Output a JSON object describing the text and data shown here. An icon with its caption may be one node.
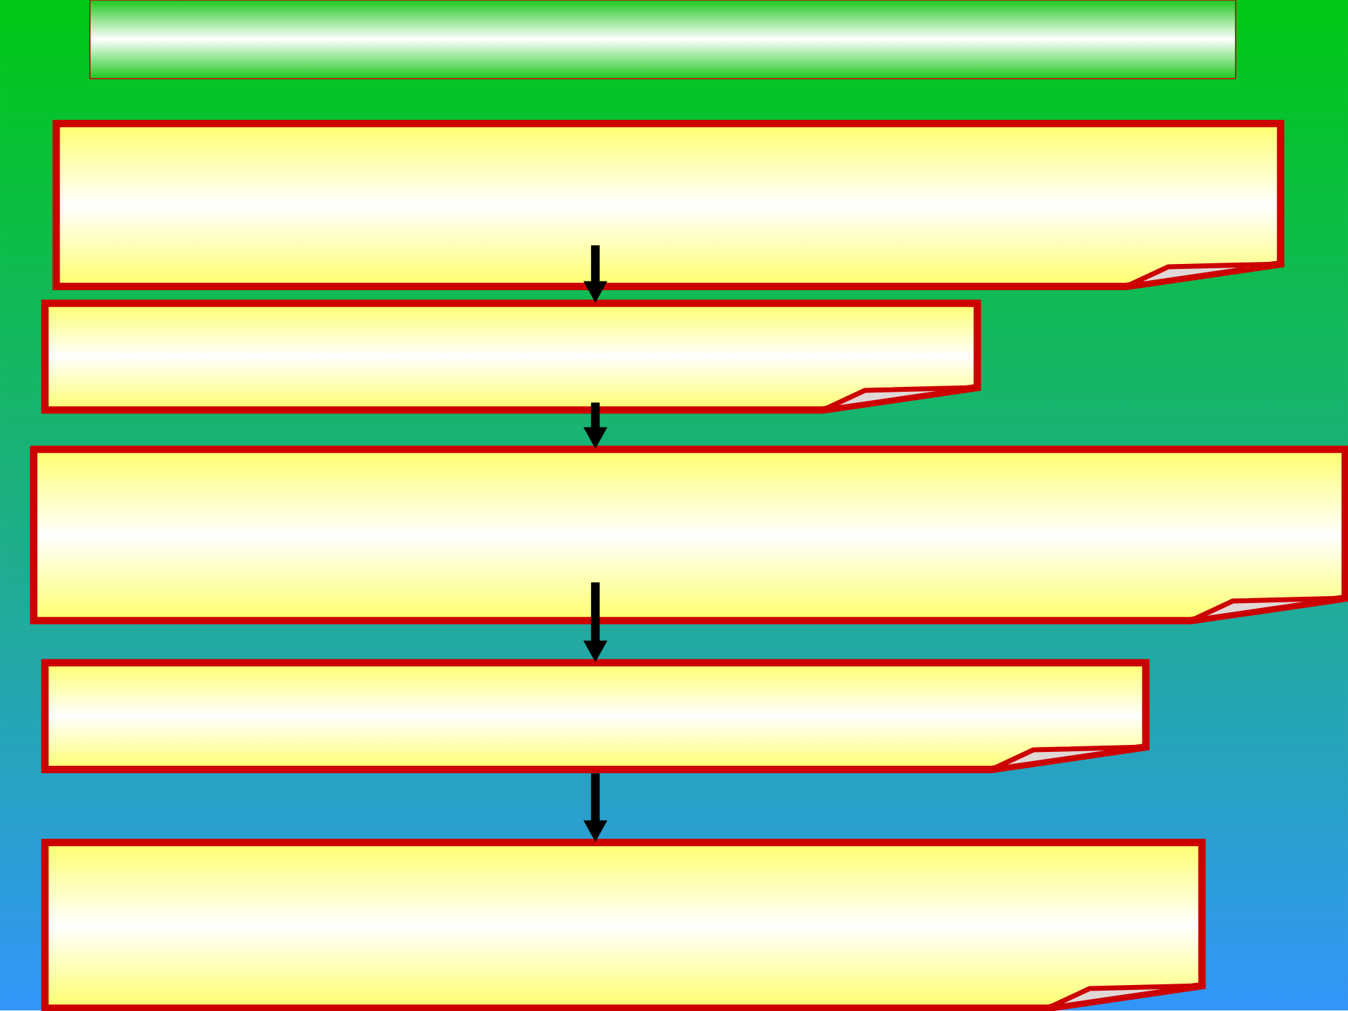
{
  "diagram": {
    "nodes": [
      {
        "text": [],
        "shape": "bar"
      },
      {
        "text": [],
        "shape": "box"
      },
      {
        "text": [],
        "shape": "box"
      },
      {
        "text": [],
        "shape": "box"
      },
      {
        "text": [],
        "shape": "box"
      },
      {
        "text": [],
        "shape": "box"
      }
    ],
    "edges": [
      {
        "from": 1,
        "to": 2,
        "arrow": "to"
      },
      {
        "from": 2,
        "to": 3,
        "arrow": "to"
      },
      {
        "from": 3,
        "to": 4,
        "arrow": "to"
      },
      {
        "from": 4,
        "to": 5,
        "arrow": "to"
      }
    ]
  }
}
